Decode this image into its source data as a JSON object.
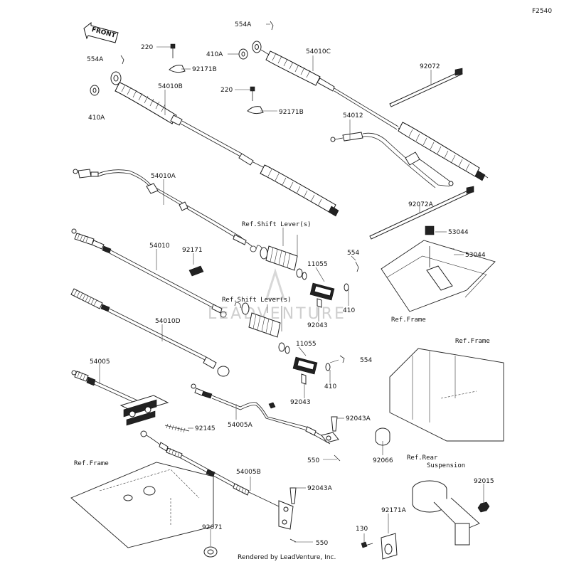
{
  "diagram_code": "F2540",
  "front_label": "FRONT",
  "watermark": "LEADVENTURE",
  "footer": "Rendered by LeadVenture, Inc.",
  "labels": {
    "p554a_top": "554A",
    "p554a_left": "554A",
    "p220_a": "220",
    "p220_b": "220",
    "p410a_top": "410A",
    "p410a_left": "410A",
    "p92171b_a": "92171B",
    "p92171b_b": "92171B",
    "p54010c": "54010C",
    "p54010b": "54010B",
    "p54012": "54012",
    "p92072": "92072",
    "p92072a": "92072A",
    "p54010a": "54010A",
    "p53044_a": "53044",
    "p53044_b": "53044",
    "p54010": "54010",
    "p92171": "92171",
    "p11055_a": "11055",
    "p11055_b": "11055",
    "p554_a": "554",
    "p554_b": "554",
    "p410_a": "410",
    "p410_b": "410",
    "p92043_a": "92043",
    "p92043_b": "92043",
    "p54010d": "54010D",
    "p54005": "54005",
    "p92145": "92145",
    "p54005a": "54005A",
    "p92043a_a": "92043A",
    "p92043a_b": "92043A",
    "p550_a": "550",
    "p550_b": "550",
    "p92066": "92066",
    "p54005b": "54005B",
    "p92071": "92071",
    "p92015": "92015",
    "p92171a": "92171A",
    "p130": "130",
    "ref_shift_1": "Ref.Shift Lever(s)",
    "ref_shift_2": "Ref.Shift Lever(s)",
    "ref_frame_1": "Ref.Frame",
    "ref_frame_2": "Ref.Frame",
    "ref_frame_3": "Ref.Frame",
    "ref_rear_1": "Ref.Rear",
    "ref_rear_2": "Suspension"
  }
}
